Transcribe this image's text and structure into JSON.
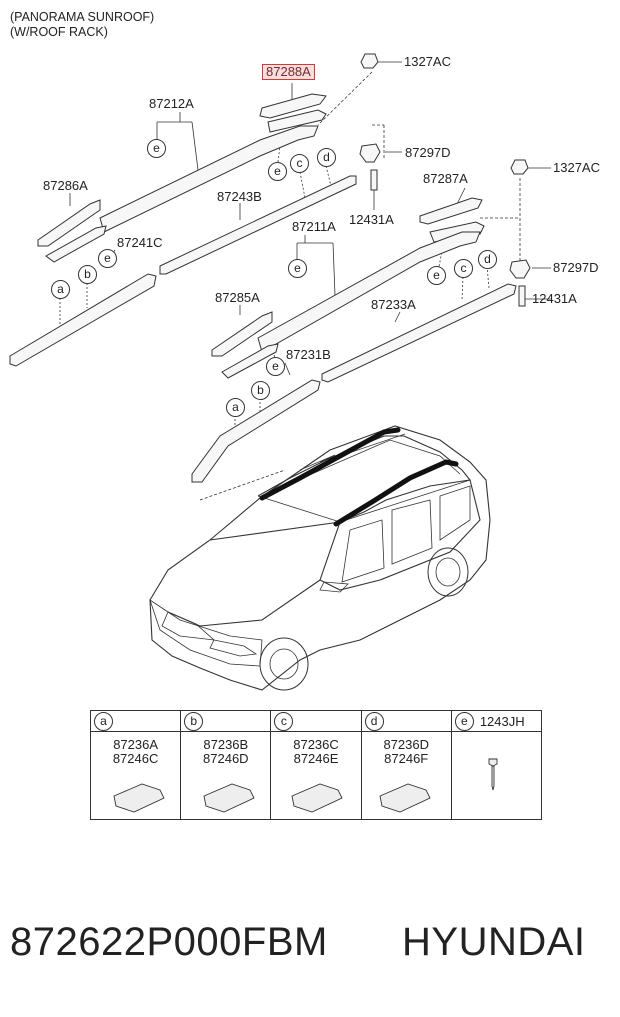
{
  "header": {
    "line1": "(PANORAMA SUNROOF)",
    "line2": "(W/ROOF RACK)"
  },
  "parts": {
    "p87288A": "87288A",
    "p1327AC_top": "1327AC",
    "p87212A": "87212A",
    "p87297D_top": "87297D",
    "p1327AC_right": "1327AC",
    "p87286A": "87286A",
    "p87287A": "87287A",
    "p87243B": "87243B",
    "p12431A_top": "12431A",
    "p87211A": "87211A",
    "p87241C": "87241C",
    "p87297D_right": "87297D",
    "p12431A_right": "12431A",
    "p87285A": "87285A",
    "p87233A": "87233A",
    "p87231B": "87231B"
  },
  "callouts": {
    "a": "a",
    "b": "b",
    "c": "c",
    "d": "d",
    "e": "e"
  },
  "legend": {
    "cells": [
      {
        "key": "a",
        "codes": [
          "87236A",
          "87246C"
        ]
      },
      {
        "key": "b",
        "codes": [
          "87236B",
          "87246D"
        ]
      },
      {
        "key": "c",
        "codes": [
          "87236C",
          "87246E"
        ]
      },
      {
        "key": "d",
        "codes": [
          "87236D",
          "87246F"
        ]
      },
      {
        "key": "e",
        "header_code": "1243JH"
      }
    ]
  },
  "footer": {
    "part_number": "872622P000FBM",
    "brand": "HYUNDAI"
  },
  "colors": {
    "highlight_border": "#d23a3a",
    "highlight_fill": "#f6dede",
    "line": "#333333"
  }
}
